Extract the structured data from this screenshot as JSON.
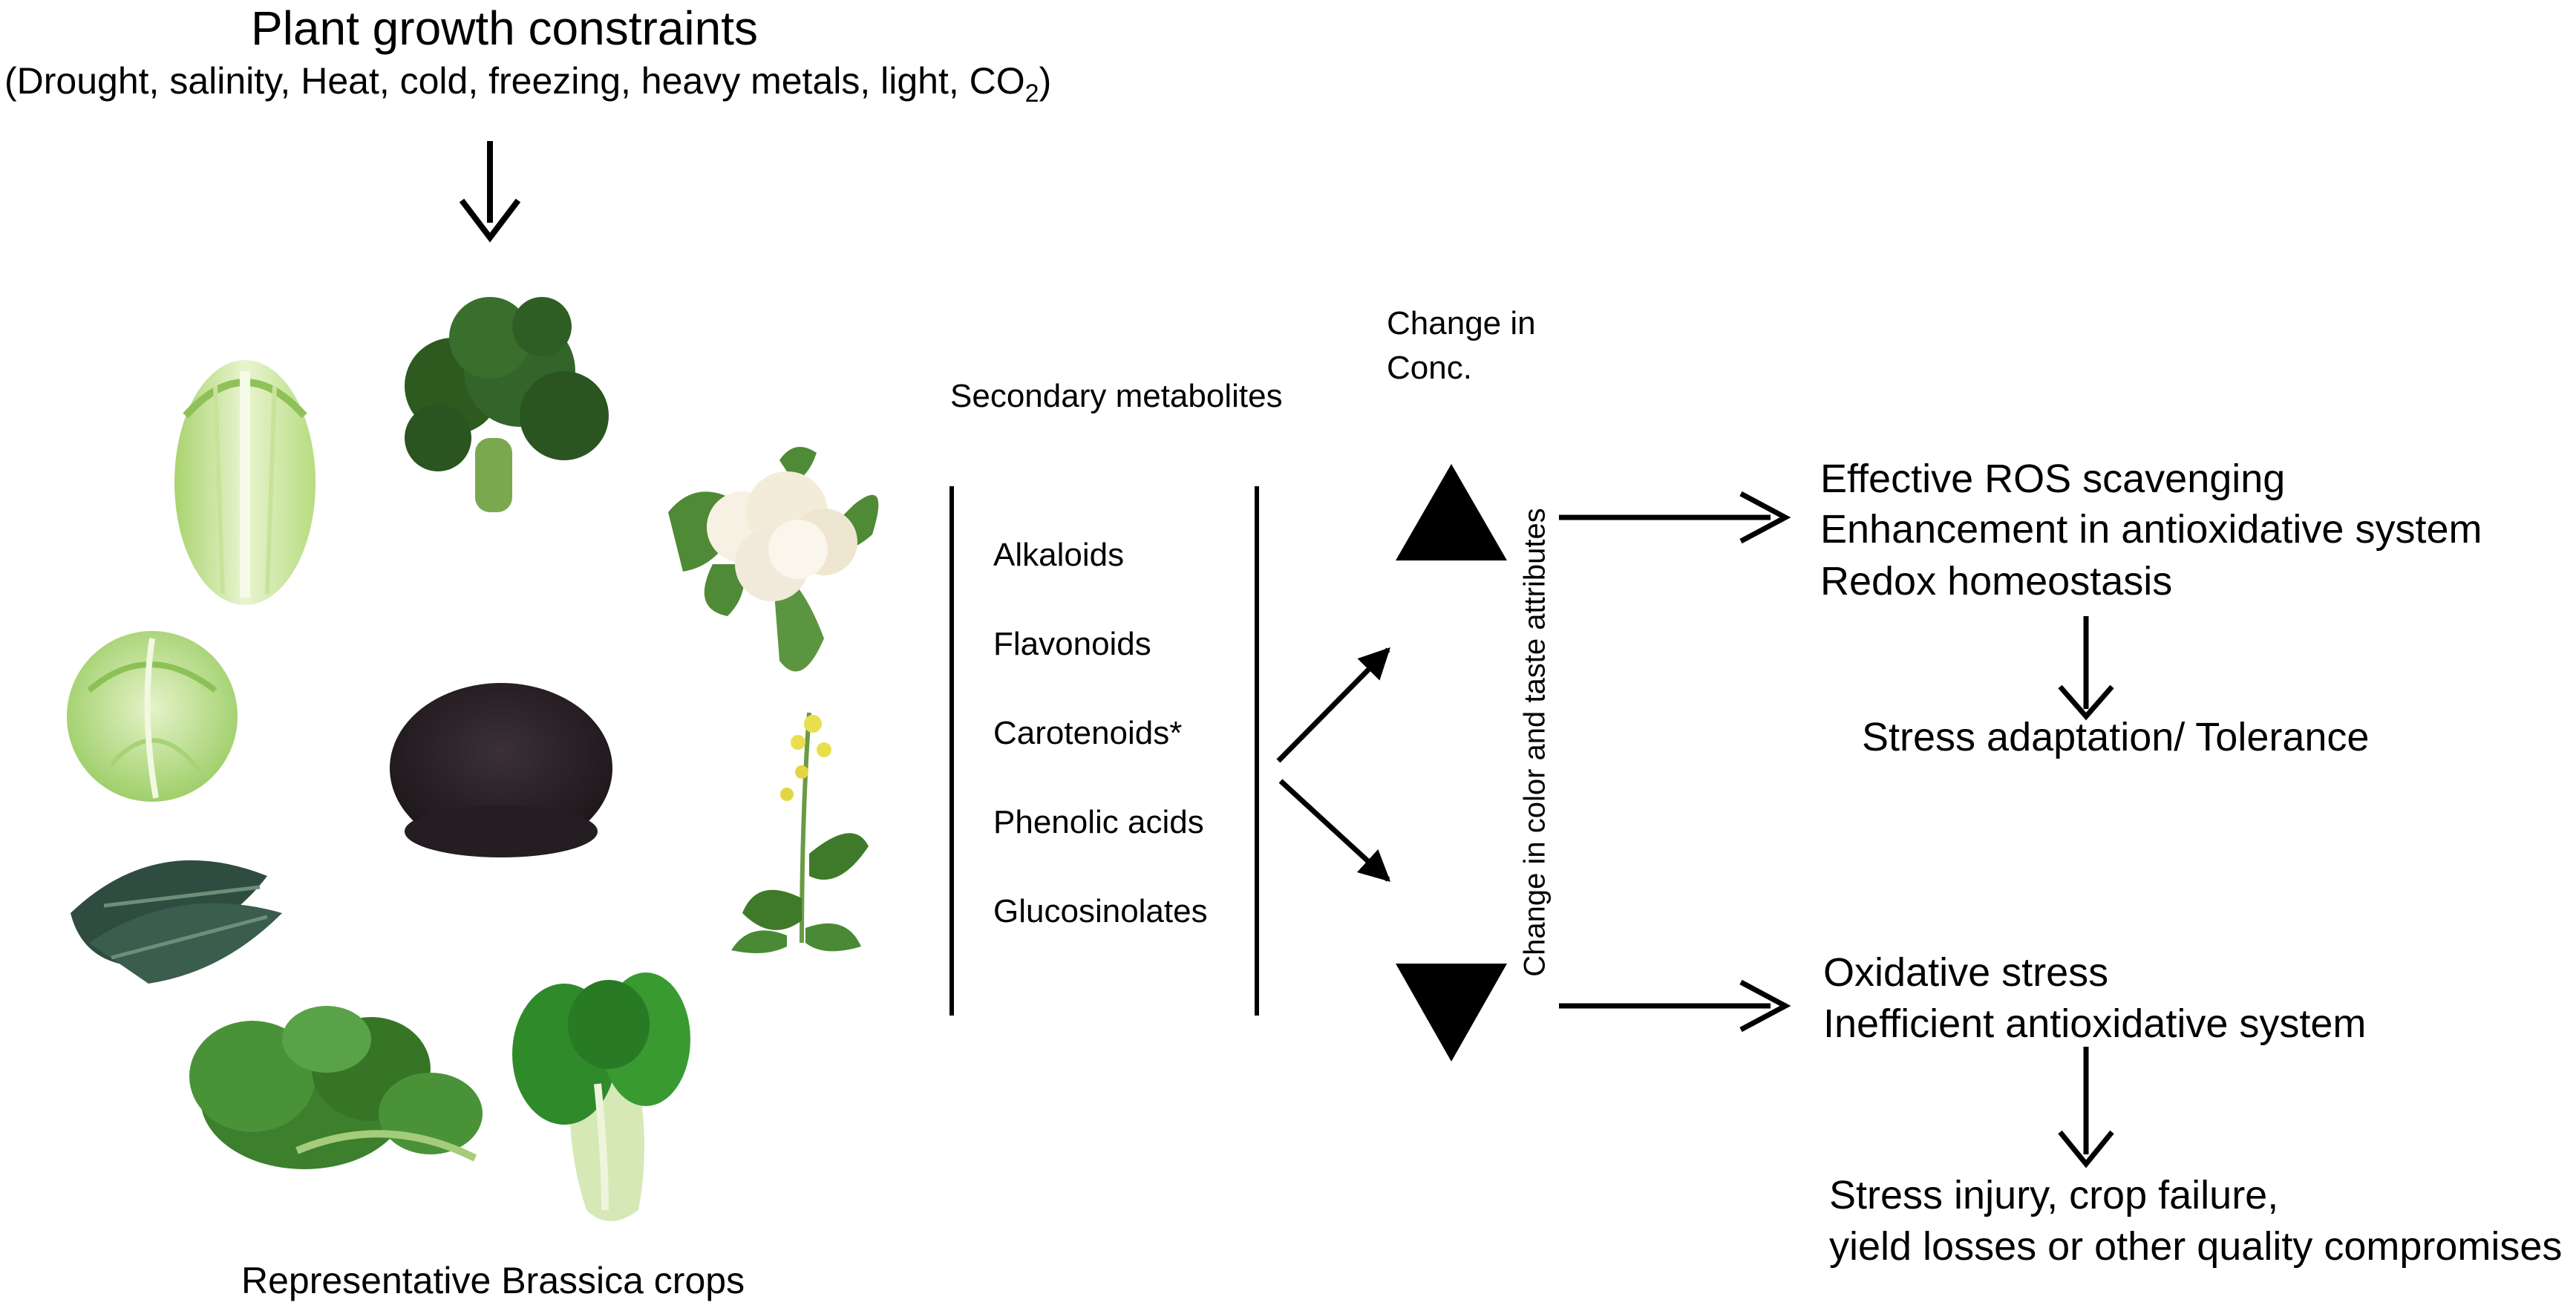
{
  "title": "Plant growth constraints",
  "constraints": {
    "prefix": "(Drought, salinity, Heat, cold, freezing, heavy metals, light, CO",
    "subscript": "2",
    "suffix": ")"
  },
  "crops_caption": "Representative Brassica crops",
  "crop_images": [
    "chinese-cabbage",
    "broccoli",
    "cauliflower",
    "cabbage",
    "mustard-seeds",
    "rapeseed-plant",
    "lacinato-kale",
    "curly-kale",
    "bok-choy"
  ],
  "secondary_metabolites": {
    "header": "Secondary metabolites",
    "items": [
      "Alkaloids",
      "Flavonoids",
      "Carotenoids*",
      "Phenolic acids",
      "Glucosinolates"
    ]
  },
  "conc_header": [
    "Change in",
    "Conc."
  ],
  "vertical_label": "Change in color and taste attributes",
  "increase_outcomes": [
    "Effective ROS scavenging",
    "Enhancement in antioxidative system",
    "Redox homeostasis"
  ],
  "increase_result": "Stress adaptation/ Tolerance",
  "decrease_outcomes": [
    "Oxidative stress",
    "Inefficient antioxidative system"
  ],
  "decrease_result": [
    "Stress injury, crop failure,",
    "yield losses or other quality compromises"
  ],
  "colors": {
    "ink": "#000000",
    "leaf_green": "#3f7a2a",
    "broccoli": "#2d5a1e",
    "cabbage_light": "#c9e3a1",
    "cabbage_pale": "#e2efc6",
    "kale": "#3c7f2d",
    "lacinato": "#2f4c40",
    "seed": "#2a2228",
    "cauliflower": "#f3efe3",
    "bokchoy_stem": "#d6e8b6",
    "bokchoy_leaf": "#2f8a2a",
    "flower": "#e9df4c"
  }
}
